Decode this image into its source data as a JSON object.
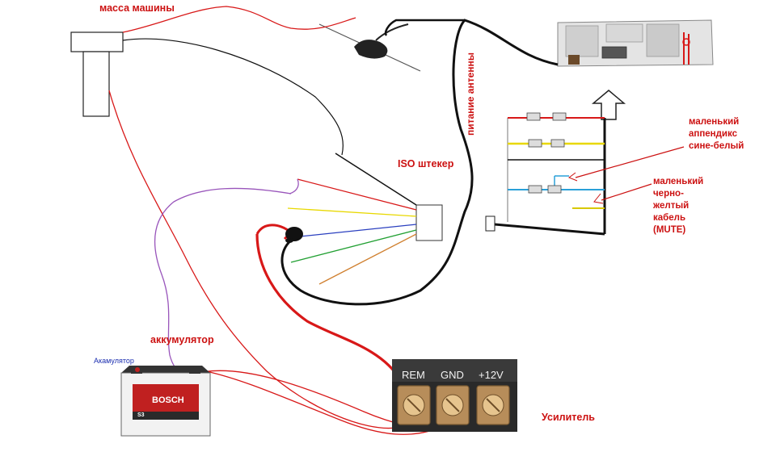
{
  "labels": {
    "car_ground": "масса машины",
    "antenna_power": "питание антенны",
    "iso_connector": "ISO штекер",
    "small_appendix": "маленький\nаппендикс\nсине-белый",
    "small_mute": "маленький\nчерно-\nжелтый\nкабель\n(MUTE)",
    "battery": "аккумулятор",
    "battery_small": "Акамулятор",
    "amplifier": "Усилитель"
  },
  "amplifier": {
    "terminals": [
      "REM",
      "GND",
      "+12V"
    ]
  },
  "battery": {
    "brand": "BOSCH",
    "model": "S3"
  },
  "colors": {
    "label": "#cc1111",
    "wire_red": "#d81818",
    "wire_black": "#111111",
    "wire_purple": "#9955bb",
    "wire_yellow": "#e8d800",
    "wire_blue": "#2a3fbf",
    "wire_green": "#22a033",
    "wire_orange": "#d08030",
    "wire_cyan": "#2aa0d8",
    "small_label_blue": "#1c2fb0"
  },
  "icons": {
    "antenna": "antenna-icon",
    "fuse": "fuse-holder-icon",
    "head_unit": "head-unit-icon",
    "arrow_up": "arrow-up-icon",
    "battery": "battery-icon",
    "amplifier": "amplifier-terminal-icon"
  }
}
